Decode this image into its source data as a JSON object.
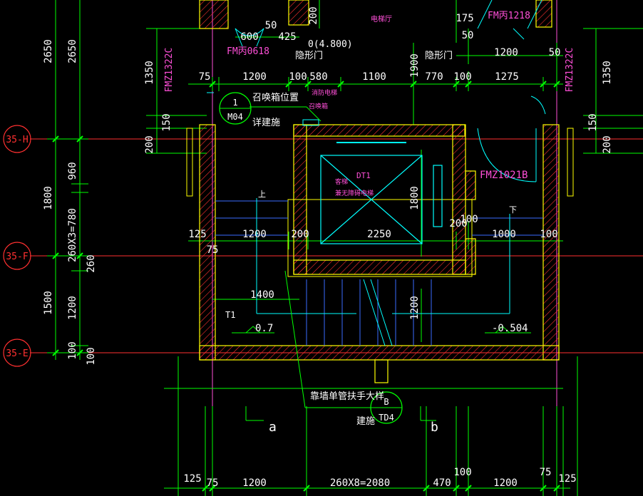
{
  "colors": {
    "background": "#000000",
    "grid": "#ff3030",
    "dimension": "#00ff00",
    "wall": "#ffff00",
    "hatch": "#ff3030",
    "text": "#ffffff",
    "annotation": "#ff4fd8",
    "cyan": "#00ffff",
    "stair": "#3a6bff"
  },
  "axes": {
    "h": "35-H",
    "f": "35-F",
    "e": "35-E"
  },
  "rooms": {
    "elevator_hall": "电梯厅",
    "elevator_id": "DT1",
    "elevator_type1": "客梯",
    "elevator_type2": "兼无障碍电梯"
  },
  "doors": {
    "fm_b_0618": "FM丙0618",
    "fm_b_1218": "FM丙1218",
    "fm_y_1322c_l": "FMZ1322C",
    "fm_y_1322c_r": "FMZ1322C",
    "fm_y_1021b": "FMZ1021B",
    "hidden_door_l": "隐形门",
    "hidden_door_r": "隐形门"
  },
  "notes": {
    "level": "0(4.800)",
    "callbox": "召唤箱位置",
    "detail_ref1": "详建施",
    "detail_ref2": "建施",
    "handrail": "靠墙单管扶手大样",
    "fire_panel": "消防电梯",
    "callbox_small": "召唤箱",
    "up": "上",
    "down": "下",
    "t1": "T1",
    "level_l": "0.7",
    "level_r": "-0.504",
    "sec_a": "a",
    "sec_b": "b",
    "bubble1_top": "1",
    "bubble1_bot": "M04",
    "bubble2_top": "B",
    "bubble2_bot": "TD4"
  },
  "dims": {
    "left_outer": [
      "2650",
      "1800",
      "1500",
      "100"
    ],
    "left_inner": [
      "2650",
      "960",
      "260X3=780",
      "260",
      "1200",
      "100"
    ],
    "left_small": [
      "1350",
      "150",
      "200"
    ],
    "right": [
      "1350",
      "150",
      "200"
    ],
    "top_row": [
      "75",
      "1200",
      "100",
      "580",
      "1100",
      "770",
      "100",
      "1275"
    ],
    "top_upper": [
      "600",
      "425",
      "50",
      "200",
      "175",
      "50",
      "1200",
      "50"
    ],
    "middle": [
      "125",
      "75",
      "1200",
      "200",
      "2250",
      "200",
      "100",
      "1000",
      "100"
    ],
    "vertical": [
      "1900",
      "1800",
      "1200"
    ],
    "landing": "1400",
    "bottom_row": [
      "125",
      "75",
      "1200",
      "260X8=2080",
      "470",
      "100",
      "1200",
      "75",
      "125"
    ]
  }
}
